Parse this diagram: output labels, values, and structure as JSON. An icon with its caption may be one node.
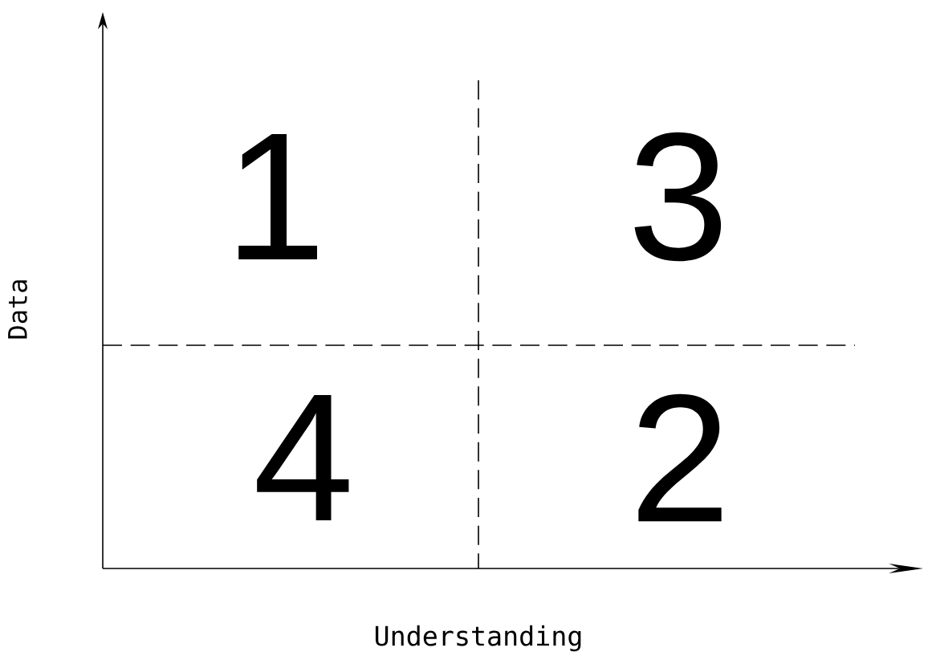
{
  "diagram": {
    "labels": [
      "1",
      "3",
      "4",
      "2",
      "Data",
      "Understanding"
    ]
  }
}
